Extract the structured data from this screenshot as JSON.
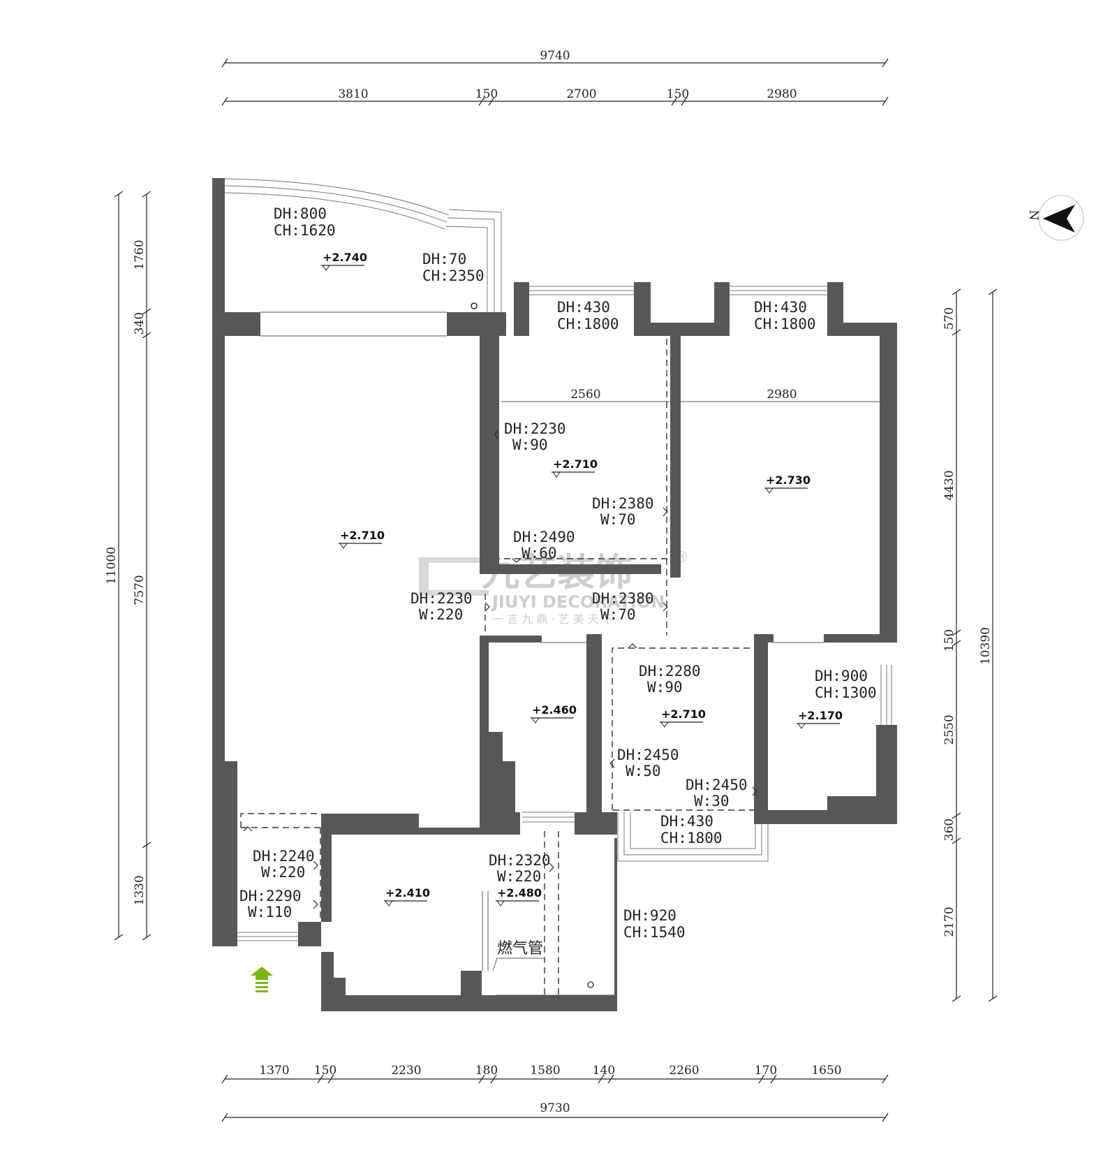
{
  "dimensions": {
    "top_total": "9740",
    "top_segments": [
      "3810",
      "150",
      "2700",
      "150",
      "2980"
    ],
    "bottom_segments": [
      "1370",
      "150",
      "2230",
      "180",
      "1580",
      "140",
      "2260",
      "170",
      "1650"
    ],
    "bottom_total": "9730",
    "left_total": "11000",
    "left_segments": [
      "1760",
      "340",
      "7570",
      "1330"
    ],
    "right_segments": [
      "570",
      "4430",
      "150",
      "2550",
      "360",
      "2170"
    ],
    "right_total": "10390",
    "room_width_a": "2560",
    "room_width_b": "2980"
  },
  "openings": [
    {
      "l1": "DH:800",
      "l2": "CH:1620"
    },
    {
      "l1": "DH:70",
      "l2": "CH:2350"
    },
    {
      "l1": "DH:430",
      "l2": "CH:1800"
    },
    {
      "l1": "DH:430",
      "l2": "CH:1800"
    },
    {
      "l1": "DH:2230",
      "l2": "W:90"
    },
    {
      "l1": "DH:2380",
      "l2": "W:70"
    },
    {
      "l1": "DH:2490",
      "l2": "W:60"
    },
    {
      "l1": "DH:2230",
      "l2": "W:220"
    },
    {
      "l1": "DH:2380",
      "l2": "W:70"
    },
    {
      "l1": "DH:2280",
      "l2": "W:90"
    },
    {
      "l1": "DH:900",
      "l2": "CH:1300"
    },
    {
      "l1": "DH:2450",
      "l2": "W:50"
    },
    {
      "l1": "DH:2450",
      "l2": "W:30"
    },
    {
      "l1": "DH:430",
      "l2": "CH:1800"
    },
    {
      "l1": "DH:2240",
      "l2": "W:220"
    },
    {
      "l1": "DH:2320",
      "l2": "W:220"
    },
    {
      "l1": "DH:2290",
      "l2": "W:110"
    },
    {
      "l1": "DH:920",
      "l2": "CH:1540"
    }
  ],
  "levels": [
    "+2.740",
    "+2.710",
    "+2.710",
    "+2.730",
    "+2.460",
    "+2.710",
    "+2.170",
    "+2.410",
    "+2.480"
  ],
  "gas_pipe_label": "燃气管",
  "compass_label": "N",
  "watermark": {
    "brand": "九艺装饰",
    "registered": "®",
    "latin": "JIUYI DECORATION",
    "slogan": "一 言 九 鼎 · 艺 美 天 下"
  },
  "colors": {
    "wall": "#575757",
    "entry_arrow": "#7cb518"
  }
}
